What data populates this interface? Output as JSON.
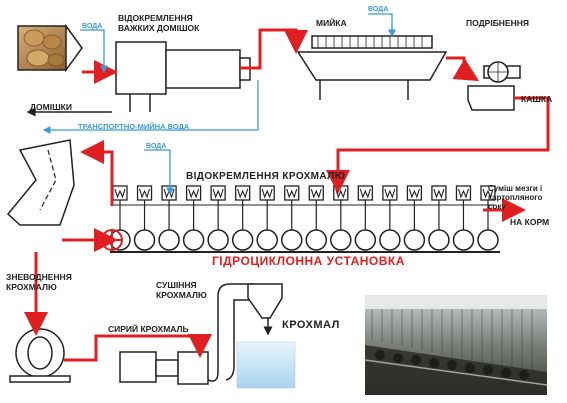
{
  "labels": {
    "separation_heavy": "ВІДОКРЕМЛЕННЯ\nВАЖКИХ ДОМІШОК",
    "washing": "МИЙКА",
    "grinding": "ПОДРІБНЕННЯ",
    "pulp": "КАШКА",
    "impurities": "ДОМІШКИ",
    "transport_water": "ТРАНСПОРТНО-МИЙНА ВОДА",
    "water": "ВОДА",
    "starch_separation": "ВІДОКРЕМЛЕННЯ КРОХМАЛЮ",
    "pulp_juice_mix": "Суміш мезги і\nкартопляного\nсоку",
    "to_feed": "НА КОРМ",
    "hydrocyclone": "ГІДРОЦИКЛОННА УСТАНОВКА",
    "dewatering": "ЗНЕВОДНЕННЯ\nКРОХМАЛЮ",
    "drying": "СУШІННЯ\nКРОХМАЛЮ",
    "raw_starch": "СИРИЙ КРОХМАЛЬ",
    "starch": "КРОХМАЛ"
  },
  "colors": {
    "flow_red": "#e02020",
    "water_blue": "#3a9ad9",
    "equipment_line": "#222222",
    "starch_box": "#cfe8f7"
  },
  "hydrocyclone_count": 16
}
